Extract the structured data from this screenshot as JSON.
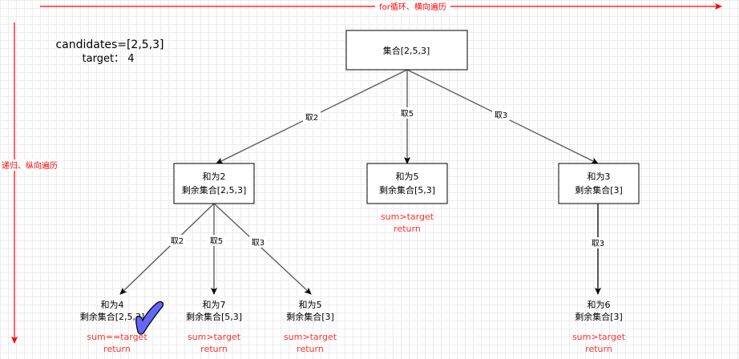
{
  "info": {
    "candidates": "candidates=[2,5,3]",
    "target": "target：  4"
  },
  "axes": {
    "horizontal_label": "for循环、横向遍历",
    "vertical_label": "递归、纵向遍历",
    "color": "#ff0000"
  },
  "colors": {
    "node_border": "#000000",
    "edge": "#555555",
    "status_text": "#ff3333",
    "checkmark_fill": "#6666ff"
  },
  "nodes": {
    "root": {
      "line1": "集合[2,5,3]"
    },
    "l1_a": {
      "line1": "和为2",
      "line2": "剩余集合[2,5,3]"
    },
    "l1_b": {
      "line1": "和为5",
      "line2": "剩余集合[5,3]",
      "status1": "sum>target",
      "status2": "return"
    },
    "l1_c": {
      "line1": "和为3",
      "line2": "剩余集合[3]"
    },
    "l2_a": {
      "line1": "和为4",
      "line2": "剩余集合[2,5,3]",
      "status1": "sum==target",
      "status2": "return"
    },
    "l2_b": {
      "line1": "和为7",
      "line2": "剩余集合[5,3]",
      "status1": "sum>target",
      "status2": "return"
    },
    "l2_c": {
      "line1": "和为5",
      "line2": "剩余集合[3]",
      "status1": "sum>target",
      "status2": "return"
    },
    "l2_d": {
      "line1": "和为6",
      "line2": "剩余集合[3]",
      "status1": "sum>target",
      "status2": "return"
    }
  },
  "edges": {
    "root_a": "取2",
    "root_b": "取5",
    "root_c": "取3",
    "a_a": "取2",
    "a_b": "取5",
    "a_c": "取3",
    "c_d": "取3"
  },
  "checkmark_icon": "checkmark-icon"
}
